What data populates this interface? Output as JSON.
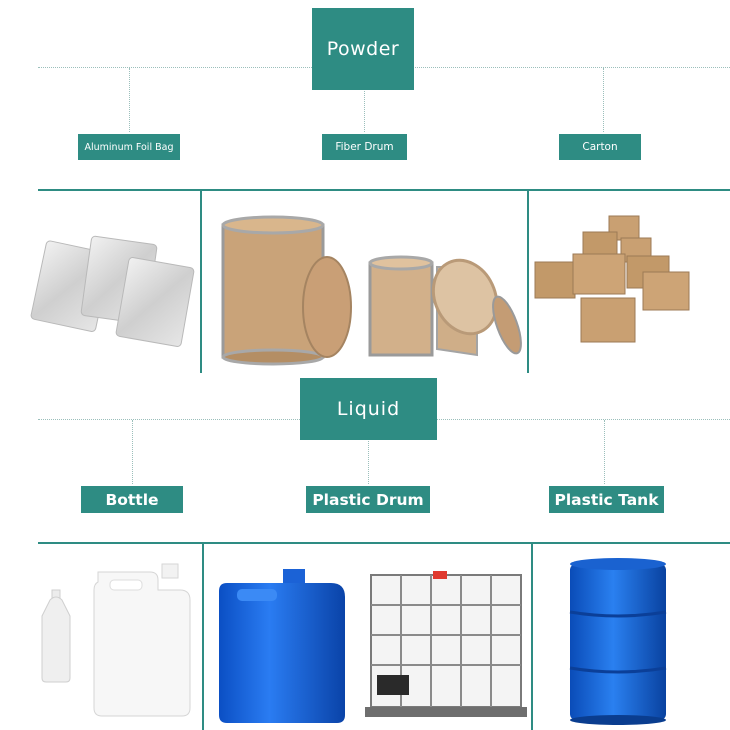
{
  "colors": {
    "accent": "#2e8c83",
    "line": "#2e8c83",
    "dotted": "#9bbfbb"
  },
  "powder": {
    "title": "Powder",
    "items": [
      "Aluminum Foil Bag",
      "Fiber Drum",
      "Carton"
    ]
  },
  "liquid": {
    "title": "Liquid",
    "items": [
      "Bottle",
      "Plastic Drum",
      "Plastic Tank"
    ]
  }
}
